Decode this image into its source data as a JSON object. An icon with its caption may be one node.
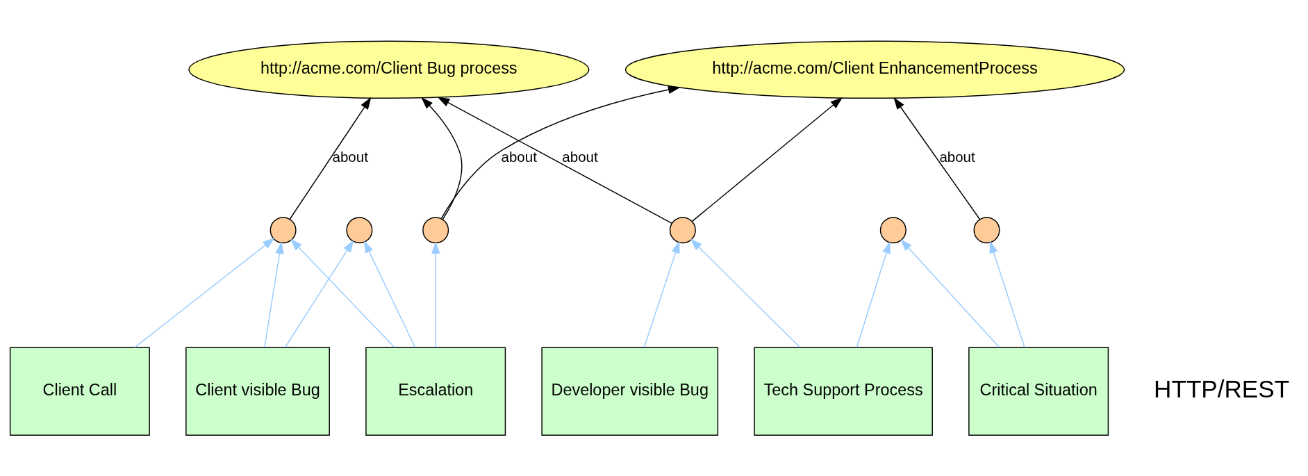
{
  "diagram": {
    "nodes": [
      {
        "text": [
          "http://acme.com/Client Bug process"
        ]
      },
      {
        "text": [
          "http://acme.com/Client EnhancementProcess"
        ]
      },
      {
        "text": [],
        "shape": "circle"
      },
      {
        "text": [],
        "shape": "circle"
      },
      {
        "text": [],
        "shape": "circle"
      },
      {
        "text": [],
        "shape": "circle"
      },
      {
        "text": [],
        "shape": "circle"
      },
      {
        "text": [],
        "shape": "circle"
      },
      {
        "text": [
          "Client Call"
        ]
      },
      {
        "text": [
          "Client visible Bug"
        ]
      },
      {
        "text": [
          "Escalation"
        ]
      },
      {
        "text": [
          "Developer visible Bug"
        ]
      },
      {
        "text": [
          "Tech Support Process"
        ]
      },
      {
        "text": [
          "Critical Situation"
        ]
      }
    ],
    "edges": [
      {
        "from": 2,
        "to": 0,
        "arrow": "to",
        "label": "about",
        "color": "#000000"
      },
      {
        "from": 5,
        "to": 0,
        "arrow": "to",
        "label": "about",
        "color": "#000000"
      },
      {
        "from": 4,
        "to": 1,
        "arrow": "to",
        "label": "about",
        "color": "#000000"
      },
      {
        "from": 7,
        "to": 1,
        "arrow": "to",
        "label": "about",
        "color": "#000000"
      },
      {
        "from": 4,
        "to": 0,
        "arrow": "to",
        "color": "#000000"
      },
      {
        "from": 5,
        "to": 1,
        "arrow": "to",
        "color": "#000000"
      },
      {
        "from": 8,
        "to": 2,
        "arrow": "to"
      },
      {
        "from": 9,
        "to": 2,
        "arrow": "to"
      },
      {
        "from": 9,
        "to": 3,
        "arrow": "to"
      },
      {
        "from": 10,
        "to": 2,
        "arrow": "to"
      },
      {
        "from": 10,
        "to": 3,
        "arrow": "to"
      },
      {
        "from": 10,
        "to": 4,
        "arrow": "to"
      },
      {
        "from": 11,
        "to": 5,
        "arrow": "to"
      },
      {
        "from": 12,
        "to": 5,
        "arrow": "to"
      },
      {
        "from": 12,
        "to": 6,
        "arrow": "to"
      },
      {
        "from": 13,
        "to": 6,
        "arrow": "to"
      },
      {
        "from": 13,
        "to": 7,
        "arrow": "to"
      }
    ],
    "labels": [
      "HTTP/REST"
    ]
  }
}
